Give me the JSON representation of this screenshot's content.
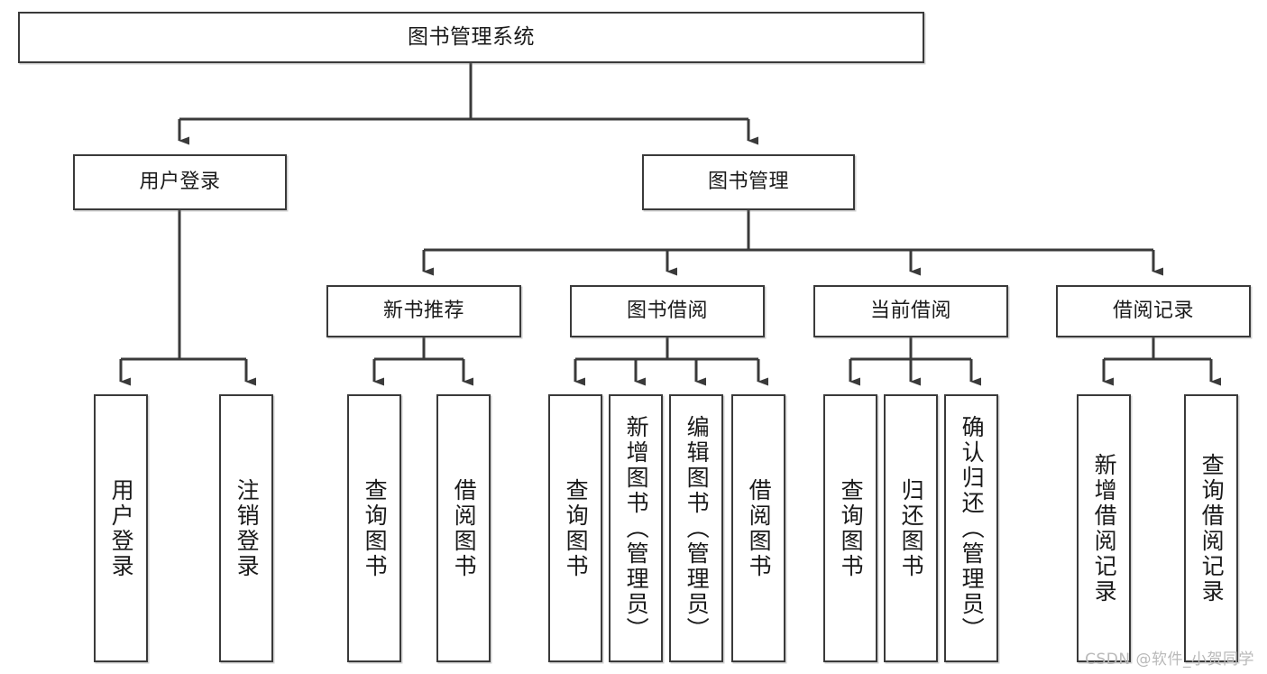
{
  "diagram": {
    "type": "tree-hierarchy",
    "title": "图书管理系统",
    "background_color": "#ffffff",
    "line_color": "#3a3a3a",
    "text_color": "#1a1a1a",
    "nodes": {
      "root": {
        "label": "图书管理系统"
      },
      "level1": [
        {
          "label": "用户登录"
        },
        {
          "label": "图书管理"
        }
      ],
      "level2": [
        {
          "label": "新书推荐"
        },
        {
          "label": "图书借阅"
        },
        {
          "label": "当前借阅"
        },
        {
          "label": "借阅记录"
        }
      ],
      "leaves_user_login": [
        {
          "label": "用户登录"
        },
        {
          "label": "注销登录"
        }
      ],
      "leaves_new_book": [
        {
          "label": "查询图书"
        },
        {
          "label": "借阅图书"
        }
      ],
      "leaves_borrow": [
        {
          "label": "查询图书"
        },
        {
          "label": "新增图书（管理员）"
        },
        {
          "label": "编辑图书（管理员）"
        },
        {
          "label": "借阅图书"
        }
      ],
      "leaves_current": [
        {
          "label": "查询图书"
        },
        {
          "label": "归还图书"
        },
        {
          "label": "确认归还（管理员）"
        }
      ],
      "leaves_records": [
        {
          "label": "新增借阅记录"
        },
        {
          "label": "查询借阅记录"
        }
      ]
    }
  },
  "watermark": {
    "text": "CSDN @软件_小贺同学"
  }
}
